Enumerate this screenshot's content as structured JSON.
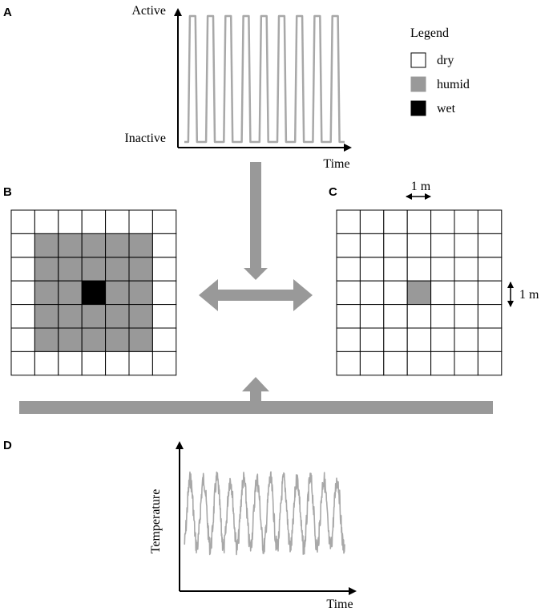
{
  "panels": {
    "a": {
      "letter": "A",
      "y_top_label": "Active",
      "y_bottom_label": "Inactive",
      "x_label": "Time",
      "pulse_count": 9
    },
    "b": {
      "letter": "B"
    },
    "c": {
      "letter": "C",
      "scale_horizontal": "1 m",
      "scale_vertical": "1 m"
    },
    "d": {
      "letter": "D",
      "y_label": "Temperature",
      "x_label": "Time",
      "cycle_count": 12
    }
  },
  "legend": {
    "title": "Legend",
    "items": [
      {
        "label": "dry",
        "color": "#ffffff"
      },
      {
        "label": "humid",
        "color": "#999999"
      },
      {
        "label": "wet",
        "color": "#000000"
      }
    ]
  },
  "grid_b": {
    "rows": [
      [
        "dry",
        "dry",
        "dry",
        "dry",
        "dry",
        "dry",
        "dry"
      ],
      [
        "dry",
        "humid",
        "humid",
        "humid",
        "humid",
        "humid",
        "dry"
      ],
      [
        "dry",
        "humid",
        "humid",
        "humid",
        "humid",
        "humid",
        "dry"
      ],
      [
        "dry",
        "humid",
        "humid",
        "wet",
        "humid",
        "humid",
        "dry"
      ],
      [
        "dry",
        "humid",
        "humid",
        "humid",
        "humid",
        "humid",
        "dry"
      ],
      [
        "dry",
        "humid",
        "humid",
        "humid",
        "humid",
        "humid",
        "dry"
      ],
      [
        "dry",
        "dry",
        "dry",
        "dry",
        "dry",
        "dry",
        "dry"
      ]
    ]
  },
  "grid_c": {
    "rows": [
      [
        "dry",
        "dry",
        "dry",
        "dry",
        "dry",
        "dry",
        "dry"
      ],
      [
        "dry",
        "dry",
        "dry",
        "dry",
        "dry",
        "dry",
        "dry"
      ],
      [
        "dry",
        "dry",
        "dry",
        "dry",
        "dry",
        "dry",
        "dry"
      ],
      [
        "dry",
        "dry",
        "dry",
        "humid",
        "dry",
        "dry",
        "dry"
      ],
      [
        "dry",
        "dry",
        "dry",
        "dry",
        "dry",
        "dry",
        "dry"
      ],
      [
        "dry",
        "dry",
        "dry",
        "dry",
        "dry",
        "dry",
        "dry"
      ],
      [
        "dry",
        "dry",
        "dry",
        "dry",
        "dry",
        "dry",
        "dry"
      ]
    ]
  },
  "colors": {
    "arrow_gray": "#999999",
    "signal_gray": "#a8a8a8",
    "axis": "#000000"
  }
}
